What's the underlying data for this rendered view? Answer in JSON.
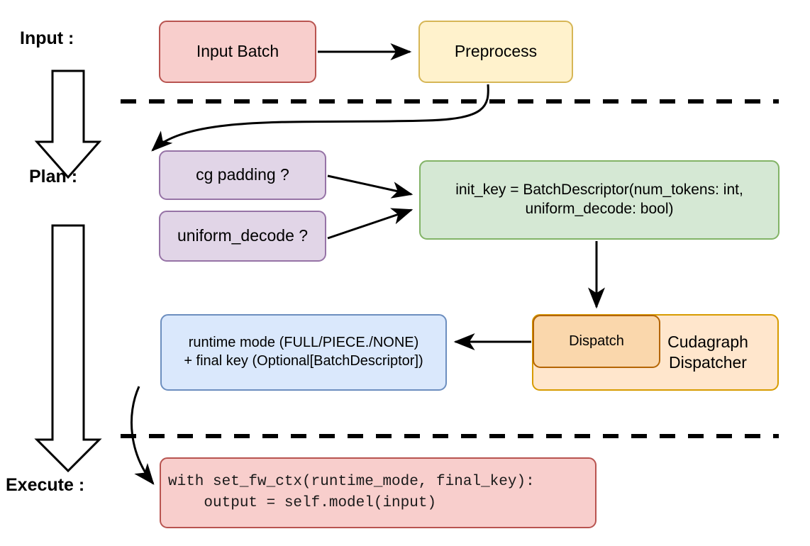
{
  "diagram": {
    "title": "Cudagraph dispatch pipeline",
    "stages": [
      {
        "id": "input",
        "label": "Input :"
      },
      {
        "id": "plan",
        "label": "Plan :"
      },
      {
        "id": "execute",
        "label": "Execute :"
      }
    ],
    "nodes": {
      "input_batch": {
        "label": "Input Batch",
        "fill": "#f8cecc",
        "stroke": "#b85450"
      },
      "preprocess": {
        "label": "Preprocess",
        "fill": "#fff2cc",
        "stroke": "#d6b656"
      },
      "cg_padding": {
        "label": "cg padding ?",
        "fill": "#e1d5e7",
        "stroke": "#9673a6"
      },
      "uniform_decode": {
        "label": "uniform_decode ?",
        "fill": "#e1d5e7",
        "stroke": "#9673a6"
      },
      "init_key": {
        "line1": "init_key = BatchDescriptor(num_tokens: int,",
        "line2": "uniform_decode: bool)",
        "fill": "#d5e8d4",
        "stroke": "#82b366"
      },
      "cudagraph_dispatcher": {
        "line1": "Cudagraph",
        "line2": "Dispatcher",
        "fill": "#ffe6cc",
        "stroke": "#d79b00"
      },
      "dispatch": {
        "label": "Dispatch",
        "fill": "#fad7ac",
        "stroke": "#b46504"
      },
      "runtime_mode": {
        "line1": "runtime mode (FULL/PIECE./NONE)",
        "line2": "+ final key (Optional[BatchDescriptor])",
        "fill": "#dae8fc",
        "stroke": "#6c8ebf"
      },
      "execute_code": {
        "line1": "with set_fw_ctx(runtime_mode, final_key):",
        "line2": "    output = self.model(input)",
        "fill": "#f8cecc",
        "stroke": "#b85450"
      }
    },
    "separators": [
      {
        "id": "input-plan-divider"
      },
      {
        "id": "plan-execute-divider"
      }
    ],
    "flow_arrows": [
      {
        "id": "input-batch-to-preprocess"
      },
      {
        "id": "preprocess-to-plan"
      },
      {
        "id": "cg-padding-to-init-key"
      },
      {
        "id": "uniform-decode-to-init-key"
      },
      {
        "id": "init-key-to-dispatch"
      },
      {
        "id": "dispatch-to-runtime-mode"
      },
      {
        "id": "runtime-mode-to-execute-code"
      }
    ],
    "stage_arrows": [
      {
        "id": "input-to-plan-block-arrow"
      },
      {
        "id": "plan-to-execute-block-arrow"
      }
    ]
  }
}
